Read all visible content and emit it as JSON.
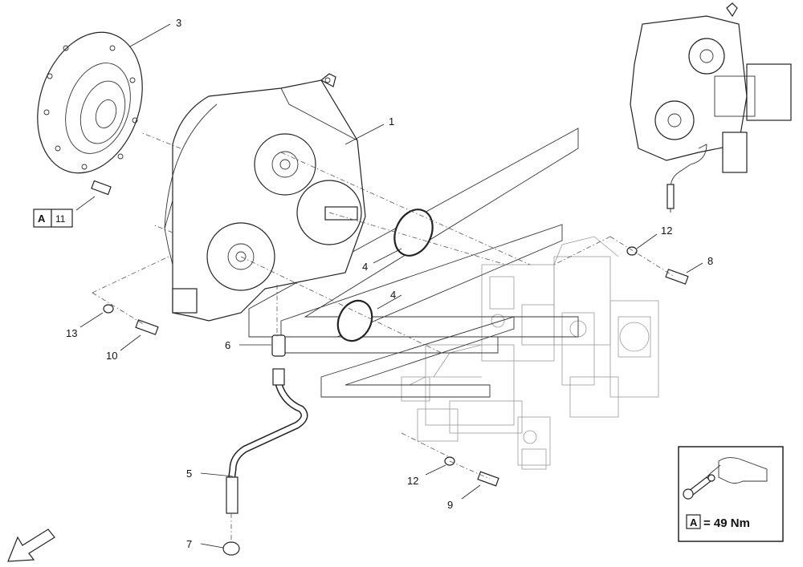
{
  "callouts": [
    {
      "id": "c1",
      "text": "1"
    },
    {
      "id": "c3",
      "text": "3"
    },
    {
      "id": "c4a",
      "text": "4"
    },
    {
      "id": "c4b",
      "text": "4"
    },
    {
      "id": "c5",
      "text": "5"
    },
    {
      "id": "c6",
      "text": "6"
    },
    {
      "id": "c7",
      "text": "7"
    },
    {
      "id": "c8",
      "text": "8"
    },
    {
      "id": "c9",
      "text": "9"
    },
    {
      "id": "c10",
      "text": "10"
    },
    {
      "id": "c12a",
      "text": "12"
    },
    {
      "id": "c12b",
      "text": "12"
    },
    {
      "id": "c13",
      "text": "13"
    }
  ],
  "torque_ref": {
    "letter": "A",
    "ref": "11"
  },
  "torque_legend": {
    "letter": "A",
    "value": "= 49 Nm"
  },
  "icons": [
    "wrench-hand-icon",
    "direction-arrow-icon"
  ],
  "colors": {
    "line": "#222222",
    "ghost": "#9a9a9a",
    "background": "#ffffff"
  }
}
